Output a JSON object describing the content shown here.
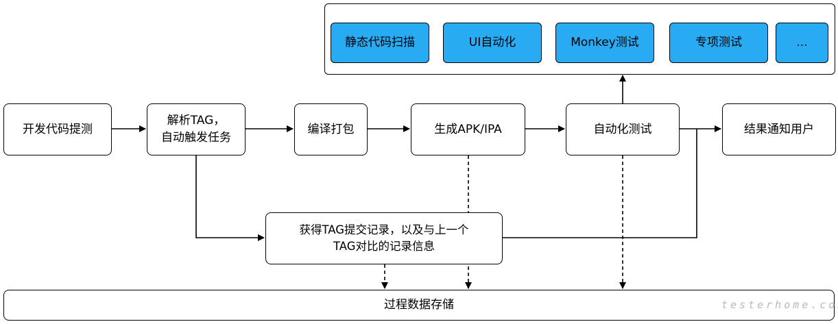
{
  "nodes": {
    "commit": "开发代码提测",
    "parse": "解析TAG，\n自动触发任务",
    "build": "编译打包",
    "generate": "生成APK/IPA",
    "autotest": "自动化测试",
    "notify": "结果通知用户",
    "records": "获得TAG提交记录，以及与上一个\nTAG对比的记录信息",
    "storage": "过程数据存储"
  },
  "test_types": [
    "静态代码扫描",
    "UI自动化",
    "Monkey测试",
    "专项测试",
    "..."
  ],
  "watermark": "testerhome.com",
  "colors": {
    "test_type_fill": "#29abf4",
    "stroke": "#000000"
  }
}
